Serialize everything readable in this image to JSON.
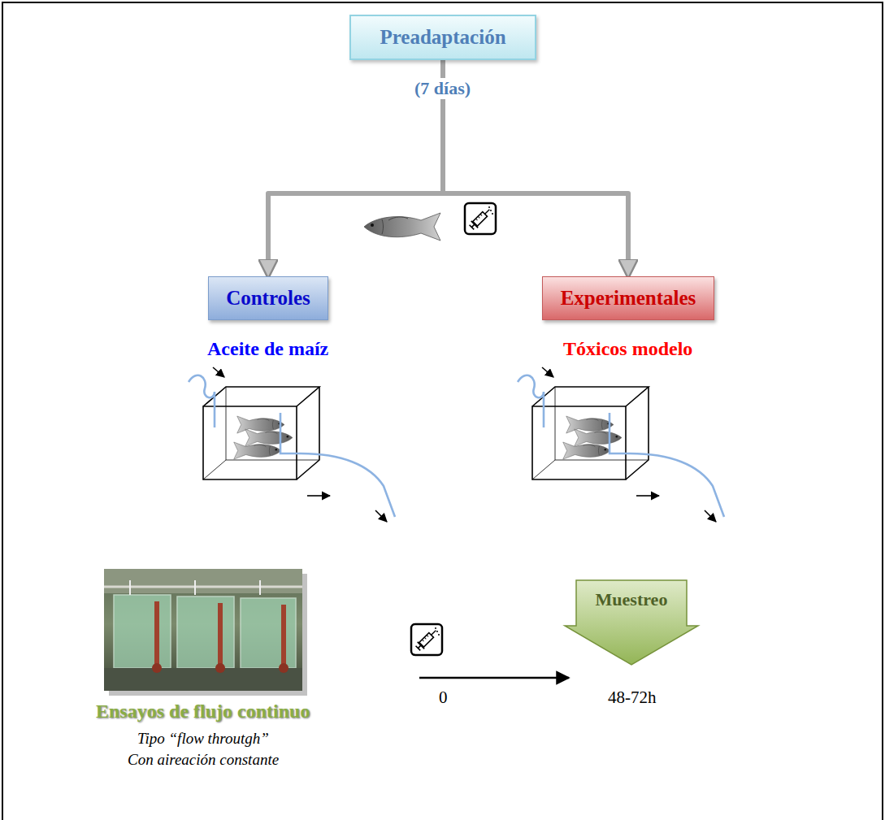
{
  "diagram": {
    "nodes": [
      {
        "text": [
          "Preadaptación"
        ]
      },
      {
        "text": [
          "Controles"
        ]
      },
      {
        "text": [
          "Experimentales"
        ]
      },
      {
        "text": [
          "Muestreo"
        ]
      }
    ],
    "edges": [
      {
        "from": 0,
        "to": 1,
        "arrow": "to"
      },
      {
        "from": 0,
        "to": 2,
        "arrow": "to"
      }
    ],
    "labels": [
      "(7 días)",
      "Aceite de maíz",
      "Tóxicos modelo",
      "Ensayos de flujo continuo",
      "Tipo “flow throutgh”",
      "Con aireación constante",
      "0",
      "48-72h"
    ]
  }
}
